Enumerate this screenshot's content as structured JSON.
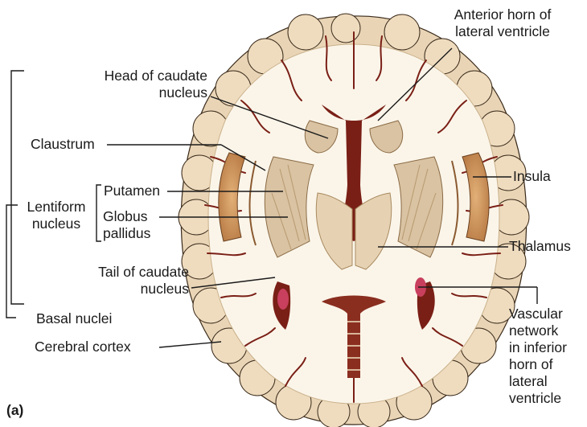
{
  "figure_tag": "(a)",
  "labels": {
    "anterior_horn": "Anterior horn of\nlateral ventricle",
    "head_caudate": "Head of caudate\nnucleus",
    "claustrum": "Claustrum",
    "putamen": "Putamen",
    "globus_pallidus": "Globus\npallidus",
    "lentiform": "Lentiform\nnucleus",
    "insula": "Insula",
    "thalamus": "Thalamus",
    "tail_caudate": "Tail of caudate\nnucleus",
    "basal_nuclei": "Basal nuclei",
    "cerebral_cortex": "Cerebral cortex",
    "vascular_network": "Vascular\nnetwork\nin inferior\nhorn of\nlateral\nventricle"
  },
  "colors": {
    "cortex_gray": "#e9d5b6",
    "white_matter": "#fbf5e9",
    "nuclei": "#d9c3a3",
    "vessel": "#7a1f16",
    "choroid": "#c8405e",
    "leader": "#1a1a1a"
  }
}
